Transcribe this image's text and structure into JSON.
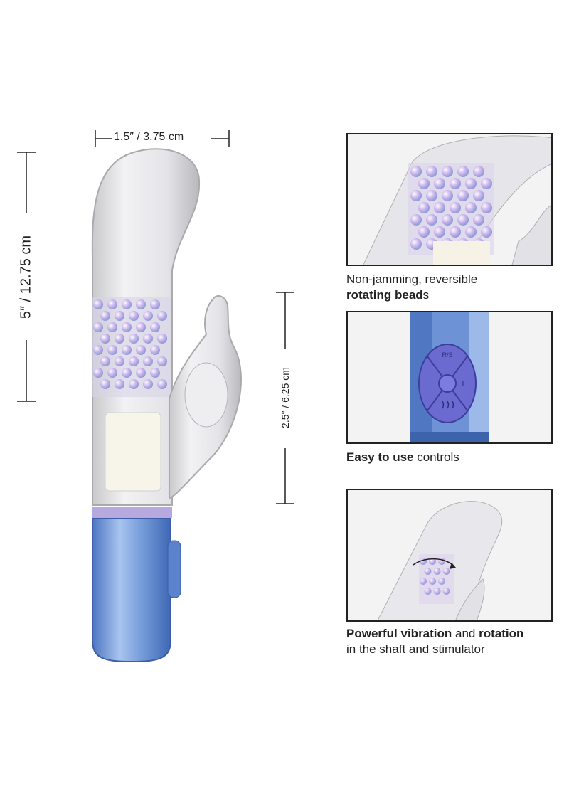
{
  "dimensions": {
    "width_label": "1.5″ / 3.75 cm",
    "height_label": "5″ / 12.75 cm",
    "stimulator_label": "2.5″ / 6.25 cm"
  },
  "features": [
    {
      "bold": "rotating bead",
      "prefix": "Non-jamming, reversible",
      "suffix": "s"
    },
    {
      "bold": "Easy to use",
      "suffix": " controls"
    },
    {
      "bold_1": "Powerful vibration",
      "mid": " and ",
      "bold_2": "rotation",
      "line2": "in the shaft and stimulator"
    }
  ],
  "controls": {
    "rs_label": "R/S",
    "minus": "−",
    "plus": "+"
  },
  "colors": {
    "handle_blue": "#6f97d8",
    "panel_border": "#222222",
    "bead_purple": "#b79ae0"
  }
}
